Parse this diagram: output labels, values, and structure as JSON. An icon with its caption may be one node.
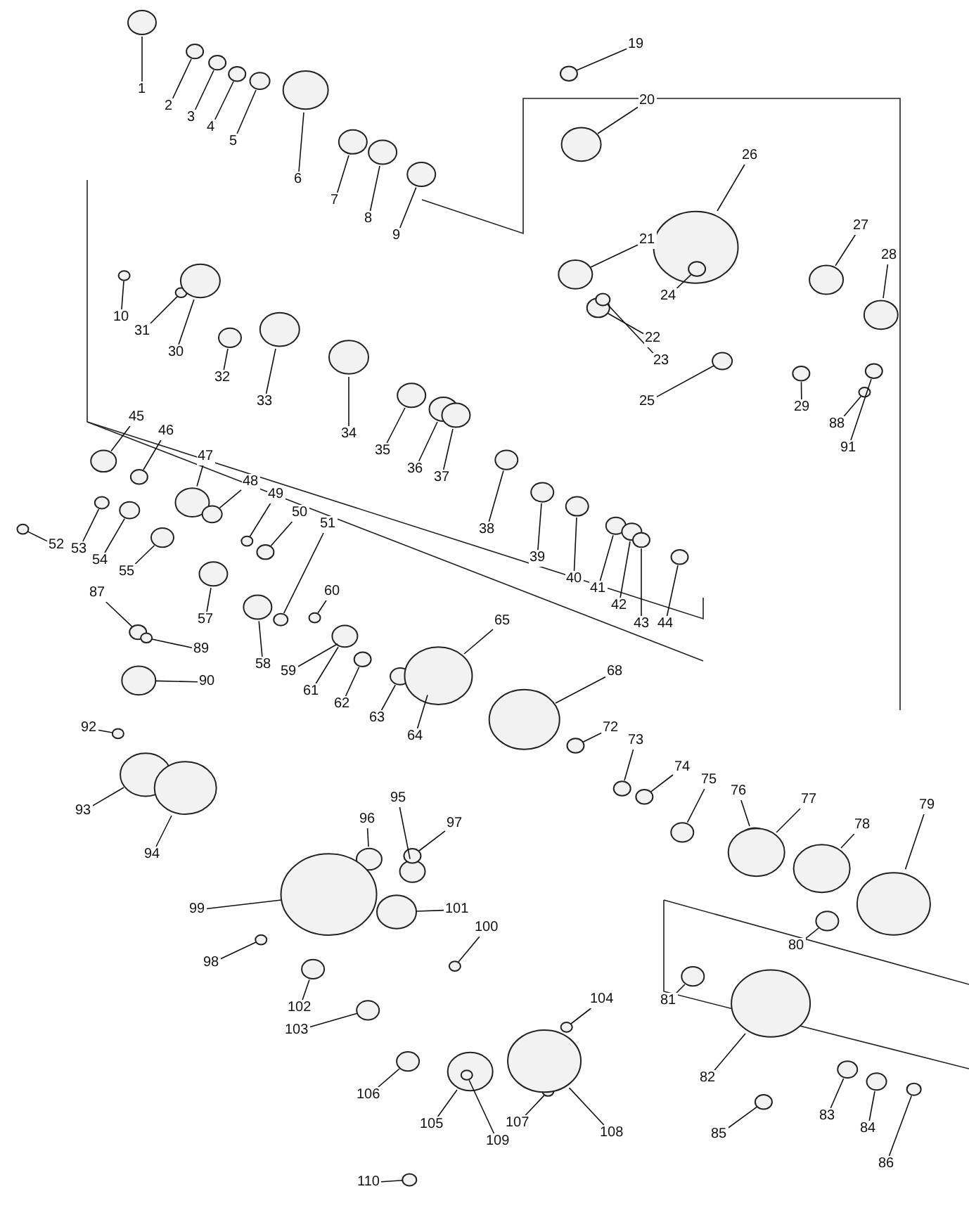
{
  "diagram": {
    "nodes": [
      {
        "text": [
          "1"
        ]
      },
      {
        "text": [
          "2"
        ]
      },
      {
        "text": [
          "3"
        ]
      },
      {
        "text": [
          "4"
        ]
      },
      {
        "text": [
          "5"
        ]
      },
      {
        "text": [
          "6"
        ]
      },
      {
        "text": [
          "7"
        ]
      },
      {
        "text": [
          "8"
        ]
      },
      {
        "text": [
          "9"
        ]
      },
      {
        "text": [
          "19"
        ]
      },
      {
        "text": [
          "20"
        ]
      },
      {
        "text": [
          "26"
        ]
      },
      {
        "text": [
          "27"
        ]
      },
      {
        "text": [
          "28"
        ]
      },
      {
        "text": [
          "21"
        ]
      },
      {
        "text": [
          "24"
        ]
      },
      {
        "text": [
          "22"
        ]
      },
      {
        "text": [
          "23"
        ]
      },
      {
        "text": [
          "25"
        ]
      },
      {
        "text": [
          "29"
        ]
      },
      {
        "text": [
          "88"
        ]
      },
      {
        "text": [
          "91"
        ]
      },
      {
        "text": [
          "10"
        ]
      },
      {
        "text": [
          "31"
        ]
      },
      {
        "text": [
          "30"
        ]
      },
      {
        "text": [
          "32"
        ]
      },
      {
        "text": [
          "33"
        ]
      },
      {
        "text": [
          "34"
        ]
      },
      {
        "text": [
          "35"
        ]
      },
      {
        "text": [
          "36"
        ]
      },
      {
        "text": [
          "37"
        ]
      },
      {
        "text": [
          "38"
        ]
      },
      {
        "text": [
          "39"
        ]
      },
      {
        "text": [
          "40"
        ]
      },
      {
        "text": [
          "41"
        ]
      },
      {
        "text": [
          "42"
        ]
      },
      {
        "text": [
          "43"
        ]
      },
      {
        "text": [
          "44"
        ]
      },
      {
        "text": [
          "45"
        ]
      },
      {
        "text": [
          "46"
        ]
      },
      {
        "text": [
          "47"
        ]
      },
      {
        "text": [
          "48"
        ]
      },
      {
        "text": [
          "49"
        ]
      },
      {
        "text": [
          "50"
        ]
      },
      {
        "text": [
          "51"
        ]
      },
      {
        "text": [
          "52"
        ]
      },
      {
        "text": [
          "53"
        ]
      },
      {
        "text": [
          "54"
        ]
      },
      {
        "text": [
          "55"
        ]
      },
      {
        "text": [
          "87"
        ]
      },
      {
        "text": [
          "57"
        ]
      },
      {
        "text": [
          "60"
        ]
      },
      {
        "text": [
          "89"
        ]
      },
      {
        "text": [
          "58"
        ]
      },
      {
        "text": [
          "59"
        ]
      },
      {
        "text": [
          "61"
        ]
      },
      {
        "text": [
          "90"
        ]
      },
      {
        "text": [
          "62"
        ]
      },
      {
        "text": [
          "63"
        ]
      },
      {
        "text": [
          "64"
        ]
      },
      {
        "text": [
          "65"
        ]
      },
      {
        "text": [
          "68"
        ]
      },
      {
        "text": [
          "92"
        ]
      },
      {
        "text": [
          "72"
        ]
      },
      {
        "text": [
          "73"
        ]
      },
      {
        "text": [
          "74"
        ]
      },
      {
        "text": [
          "75"
        ]
      },
      {
        "text": [
          "76"
        ]
      },
      {
        "text": [
          "77"
        ]
      },
      {
        "text": [
          "93"
        ]
      },
      {
        "text": [
          "95"
        ]
      },
      {
        "text": [
          "96"
        ]
      },
      {
        "text": [
          "97"
        ]
      },
      {
        "text": [
          "78"
        ]
      },
      {
        "text": [
          "79"
        ]
      },
      {
        "text": [
          "94"
        ]
      },
      {
        "text": [
          "99"
        ]
      },
      {
        "text": [
          "101"
        ]
      },
      {
        "text": [
          "100"
        ]
      },
      {
        "text": [
          "80"
        ]
      },
      {
        "text": [
          "98"
        ]
      },
      {
        "text": [
          "104"
        ]
      },
      {
        "text": [
          "81"
        ]
      },
      {
        "text": [
          "102"
        ]
      },
      {
        "text": [
          "103"
        ]
      },
      {
        "text": [
          "82"
        ]
      },
      {
        "text": [
          "106"
        ]
      },
      {
        "text": [
          "83"
        ]
      },
      {
        "text": [
          "107"
        ]
      },
      {
        "text": [
          "84"
        ]
      },
      {
        "text": [
          "105"
        ]
      },
      {
        "text": [
          "108"
        ]
      },
      {
        "text": [
          "85"
        ]
      },
      {
        "text": [
          "109"
        ]
      },
      {
        "text": [
          "86"
        ]
      },
      {
        "text": [
          "110"
        ]
      }
    ],
    "edges": [
      {
        "from": 0,
        "to": null,
        "arrow": "none"
      },
      {
        "from": 1,
        "to": null,
        "arrow": "none"
      },
      {
        "from": 2,
        "to": null,
        "arrow": "none"
      },
      {
        "from": 3,
        "to": null,
        "arrow": "none"
      },
      {
        "from": 4,
        "to": null,
        "arrow": "none"
      },
      {
        "from": 5,
        "to": null,
        "arrow": "none"
      },
      {
        "from": 6,
        "to": null,
        "arrow": "none"
      },
      {
        "from": 7,
        "to": null,
        "arrow": "none"
      },
      {
        "from": 8,
        "to": null,
        "arrow": "none"
      },
      {
        "from": 9,
        "to": null,
        "arrow": "none"
      },
      {
        "from": 10,
        "to": null,
        "arrow": "none"
      },
      {
        "from": 11,
        "to": null,
        "arrow": "none"
      },
      {
        "from": 12,
        "to": null,
        "arrow": "none"
      },
      {
        "from": 13,
        "to": null,
        "arrow": "none"
      },
      {
        "from": 14,
        "to": null,
        "arrow": "none"
      },
      {
        "from": 15,
        "to": null,
        "arrow": "none"
      },
      {
        "from": 16,
        "to": null,
        "arrow": "none"
      },
      {
        "from": 17,
        "to": null,
        "arrow": "none"
      },
      {
        "from": 18,
        "to": null,
        "arrow": "none"
      },
      {
        "from": 19,
        "to": null,
        "arrow": "none"
      },
      {
        "from": 20,
        "to": null,
        "arrow": "none"
      },
      {
        "from": 21,
        "to": null,
        "arrow": "none"
      },
      {
        "from": 22,
        "to": null,
        "arrow": "none"
      },
      {
        "from": 23,
        "to": null,
        "arrow": "none"
      },
      {
        "from": 24,
        "to": null,
        "arrow": "none"
      },
      {
        "from": 25,
        "to": null,
        "arrow": "none"
      },
      {
        "from": 26,
        "to": null,
        "arrow": "none"
      },
      {
        "from": 27,
        "to": null,
        "arrow": "none"
      },
      {
        "from": 28,
        "to": null,
        "arrow": "none"
      },
      {
        "from": 29,
        "to": null,
        "arrow": "none"
      },
      {
        "from": 30,
        "to": null,
        "arrow": "none"
      },
      {
        "from": 31,
        "to": null,
        "arrow": "none"
      },
      {
        "from": 32,
        "to": null,
        "arrow": "none"
      },
      {
        "from": 33,
        "to": null,
        "arrow": "none"
      },
      {
        "from": 34,
        "to": null,
        "arrow": "none"
      },
      {
        "from": 35,
        "to": null,
        "arrow": "none"
      },
      {
        "from": 36,
        "to": null,
        "arrow": "none"
      },
      {
        "from": 37,
        "to": null,
        "arrow": "none"
      },
      {
        "from": 38,
        "to": null,
        "arrow": "none"
      },
      {
        "from": 39,
        "to": null,
        "arrow": "none"
      },
      {
        "from": 40,
        "to": null,
        "arrow": "none"
      },
      {
        "from": 41,
        "to": null,
        "arrow": "none"
      },
      {
        "from": 42,
        "to": null,
        "arrow": "none"
      },
      {
        "from": 43,
        "to": null,
        "arrow": "none"
      },
      {
        "from": 44,
        "to": null,
        "arrow": "none"
      },
      {
        "from": 45,
        "to": null,
        "arrow": "none"
      },
      {
        "from": 46,
        "to": null,
        "arrow": "none"
      },
      {
        "from": 47,
        "to": null,
        "arrow": "none"
      },
      {
        "from": 48,
        "to": null,
        "arrow": "none"
      },
      {
        "from": 49,
        "to": null,
        "arrow": "none"
      },
      {
        "from": 50,
        "to": null,
        "arrow": "none"
      },
      {
        "from": 51,
        "to": null,
        "arrow": "none"
      },
      {
        "from": 52,
        "to": null,
        "arrow": "none"
      },
      {
        "from": 53,
        "to": null,
        "arrow": "none"
      },
      {
        "from": 54,
        "to": null,
        "arrow": "none"
      },
      {
        "from": 55,
        "to": null,
        "arrow": "none"
      },
      {
        "from": 56,
        "to": null,
        "arrow": "none"
      },
      {
        "from": 57,
        "to": null,
        "arrow": "none"
      },
      {
        "from": 58,
        "to": null,
        "arrow": "none"
      },
      {
        "from": 59,
        "to": null,
        "arrow": "none"
      },
      {
        "from": 60,
        "to": null,
        "arrow": "none"
      },
      {
        "from": 61,
        "to": null,
        "arrow": "none"
      },
      {
        "from": 62,
        "to": null,
        "arrow": "none"
      },
      {
        "from": 63,
        "to": null,
        "arrow": "none"
      },
      {
        "from": 64,
        "to": null,
        "arrow": "none"
      },
      {
        "from": 65,
        "to": null,
        "arrow": "none"
      },
      {
        "from": 66,
        "to": null,
        "arrow": "none"
      },
      {
        "from": 67,
        "to": null,
        "arrow": "none"
      },
      {
        "from": 68,
        "to": null,
        "arrow": "none"
      },
      {
        "from": 69,
        "to": null,
        "arrow": "none"
      },
      {
        "from": 70,
        "to": null,
        "arrow": "none"
      },
      {
        "from": 71,
        "to": null,
        "arrow": "none"
      },
      {
        "from": 72,
        "to": null,
        "arrow": "none"
      },
      {
        "from": 73,
        "to": null,
        "arrow": "none"
      },
      {
        "from": 74,
        "to": null,
        "arrow": "none"
      },
      {
        "from": 75,
        "to": null,
        "arrow": "none"
      },
      {
        "from": 76,
        "to": null,
        "arrow": "none"
      },
      {
        "from": 77,
        "to": null,
        "arrow": "none"
      },
      {
        "from": 78,
        "to": null,
        "arrow": "none"
      },
      {
        "from": 79,
        "to": null,
        "arrow": "none"
      },
      {
        "from": 80,
        "to": null,
        "arrow": "none"
      },
      {
        "from": 81,
        "to": null,
        "arrow": "none"
      },
      {
        "from": 82,
        "to": null,
        "arrow": "none"
      },
      {
        "from": 83,
        "to": null,
        "arrow": "none"
      },
      {
        "from": 84,
        "to": null,
        "arrow": "none"
      },
      {
        "from": 85,
        "to": null,
        "arrow": "none"
      },
      {
        "from": 86,
        "to": null,
        "arrow": "none"
      },
      {
        "from": 87,
        "to": null,
        "arrow": "none"
      },
      {
        "from": 88,
        "to": null,
        "arrow": "none"
      },
      {
        "from": 89,
        "to": null,
        "arrow": "none"
      },
      {
        "from": 90,
        "to": null,
        "arrow": "none"
      },
      {
        "from": 91,
        "to": null,
        "arrow": "none"
      },
      {
        "from": 92,
        "to": null,
        "arrow": "none"
      },
      {
        "from": 93,
        "to": null,
        "arrow": "none"
      },
      {
        "from": 94,
        "to": null,
        "arrow": "none"
      },
      {
        "from": 95,
        "to": null,
        "arrow": "none"
      }
    ]
  }
}
